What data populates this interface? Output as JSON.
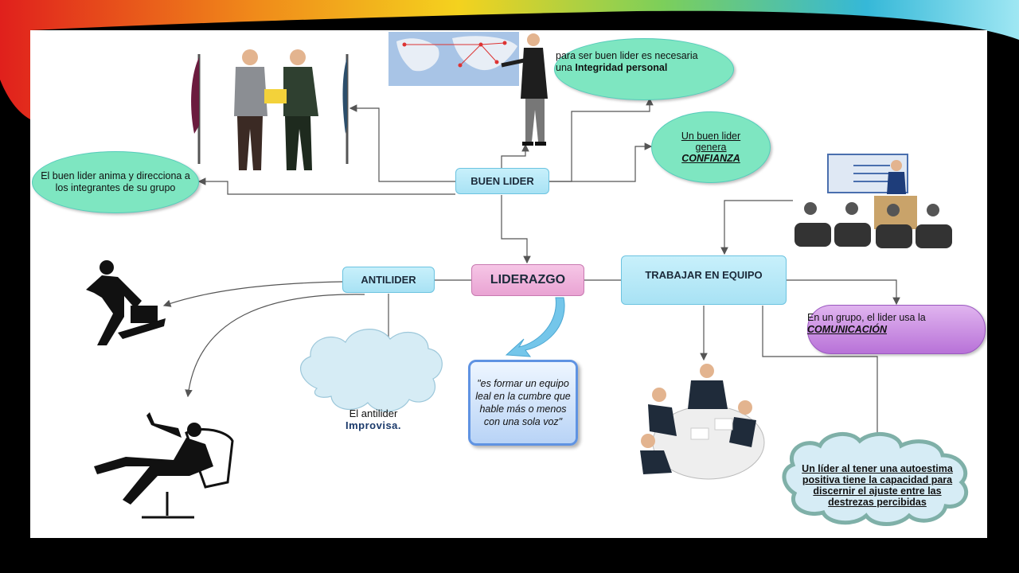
{
  "nodes": {
    "center": "LIDERAZGO",
    "buen_lider": "BUEN LIDER",
    "antilider": "ANTILIDER",
    "trabajar_equipo": "TRABAJAR EN EQUIPO"
  },
  "texts": {
    "integridad_1": "para ser buen lider es necesaria",
    "integridad_2_prefix": "una",
    "integridad_2_bold": "Integridad personal",
    "confianza_1": "Un buen lider",
    "confianza_2": "genera",
    "confianza_3": "CONFIANZA",
    "anima": "El buen lider anima y direcciona a los integrantes de su grupo",
    "improvisa_1": "El antilider",
    "improvisa_2": "Improvisa.",
    "quote": "\"es formar un equipo leal en la cumbre que hable más o menos con una sola voz\"",
    "comunicacion_1": "En un grupo, el lider usa la",
    "comunicacion_2": "COMUNICACIÓN",
    "autoestima": "Un líder al tener una autoestima positiva tiene la capacidad para discernir el ajuste entre las destrezas percibidas"
  },
  "colors": {
    "ellipse_green": "#7ee6c1",
    "box_blue": "#a8e2f4",
    "center_pink": "#e9a3d3",
    "purple": "#c98be0",
    "cloud_blue": "#d6ecf5",
    "connector": "#555555"
  }
}
